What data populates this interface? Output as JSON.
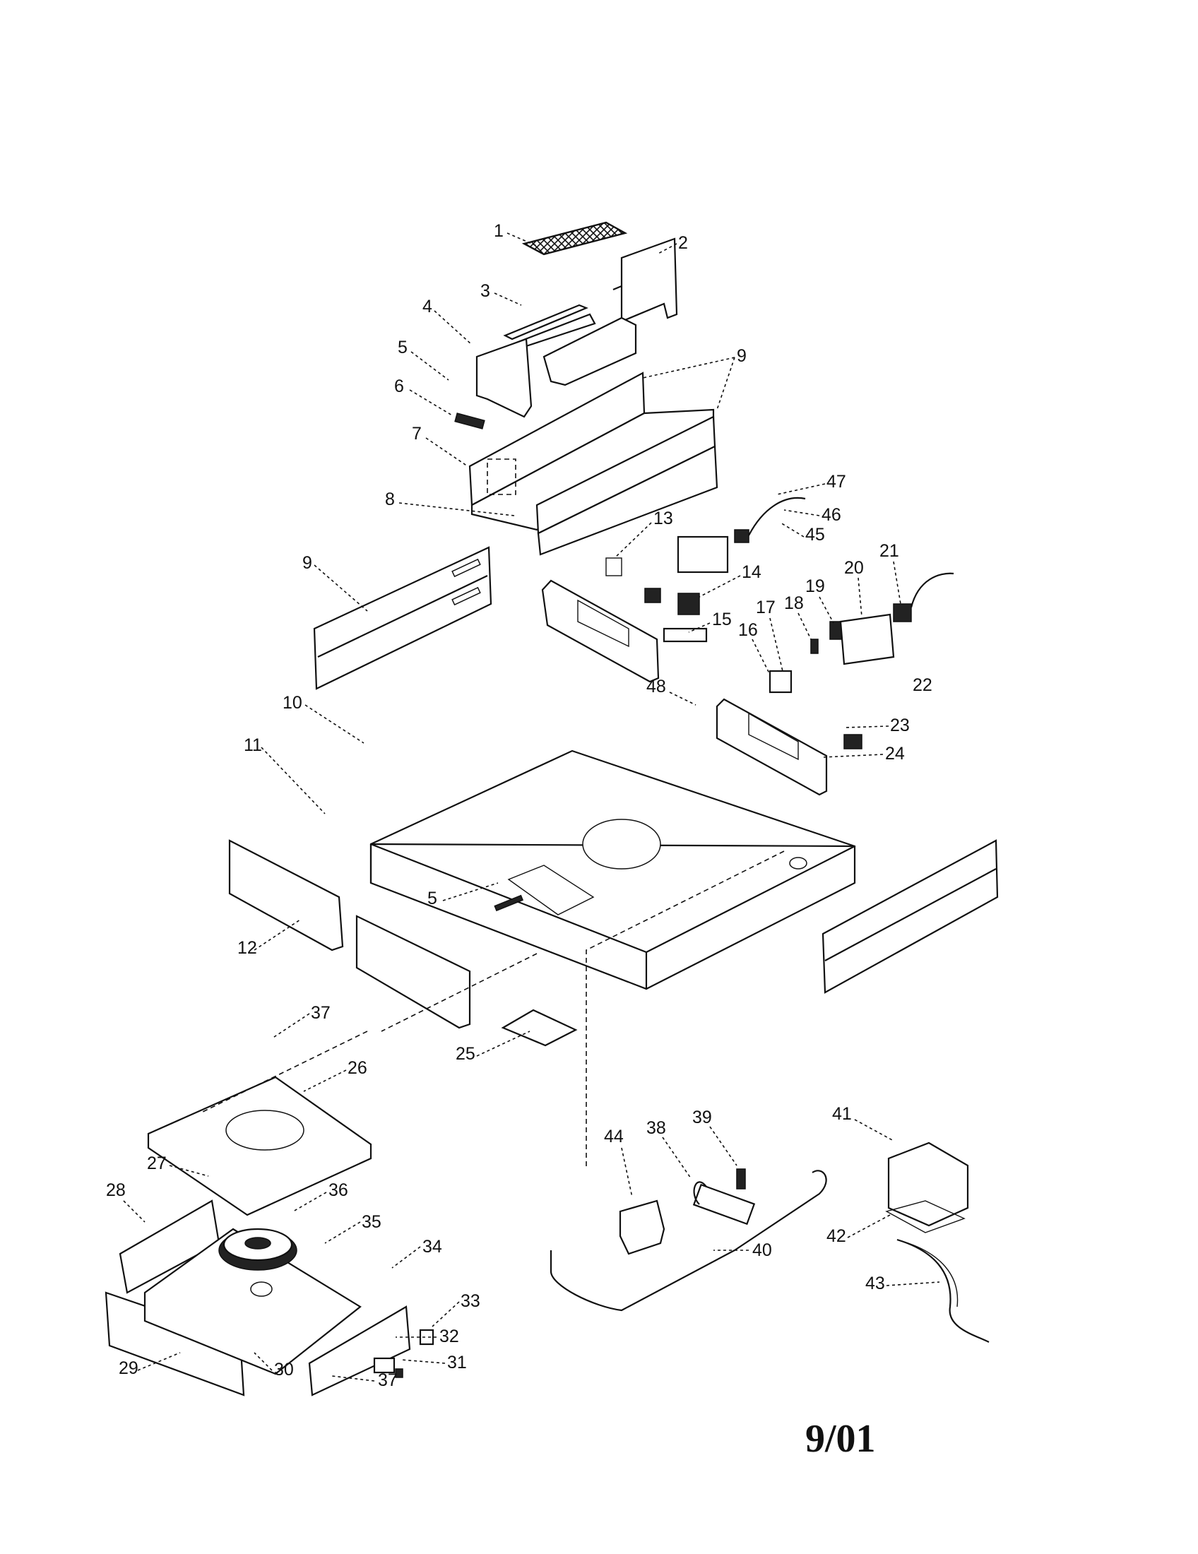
{
  "date_code": "9/01",
  "callouts": [
    "1",
    "2",
    "3",
    "4",
    "5",
    "6",
    "7",
    "8",
    "9",
    "9",
    "10",
    "11",
    "12",
    "13",
    "14",
    "15",
    "16",
    "17",
    "18",
    "19",
    "20",
    "21",
    "22",
    "23",
    "24",
    "25",
    "26",
    "27",
    "28",
    "29",
    "30",
    "31",
    "32",
    "33",
    "34",
    "35",
    "36",
    "37",
    "37",
    "38",
    "39",
    "40",
    "41",
    "42",
    "43",
    "44",
    "45",
    "46",
    "47",
    "48",
    "5"
  ]
}
